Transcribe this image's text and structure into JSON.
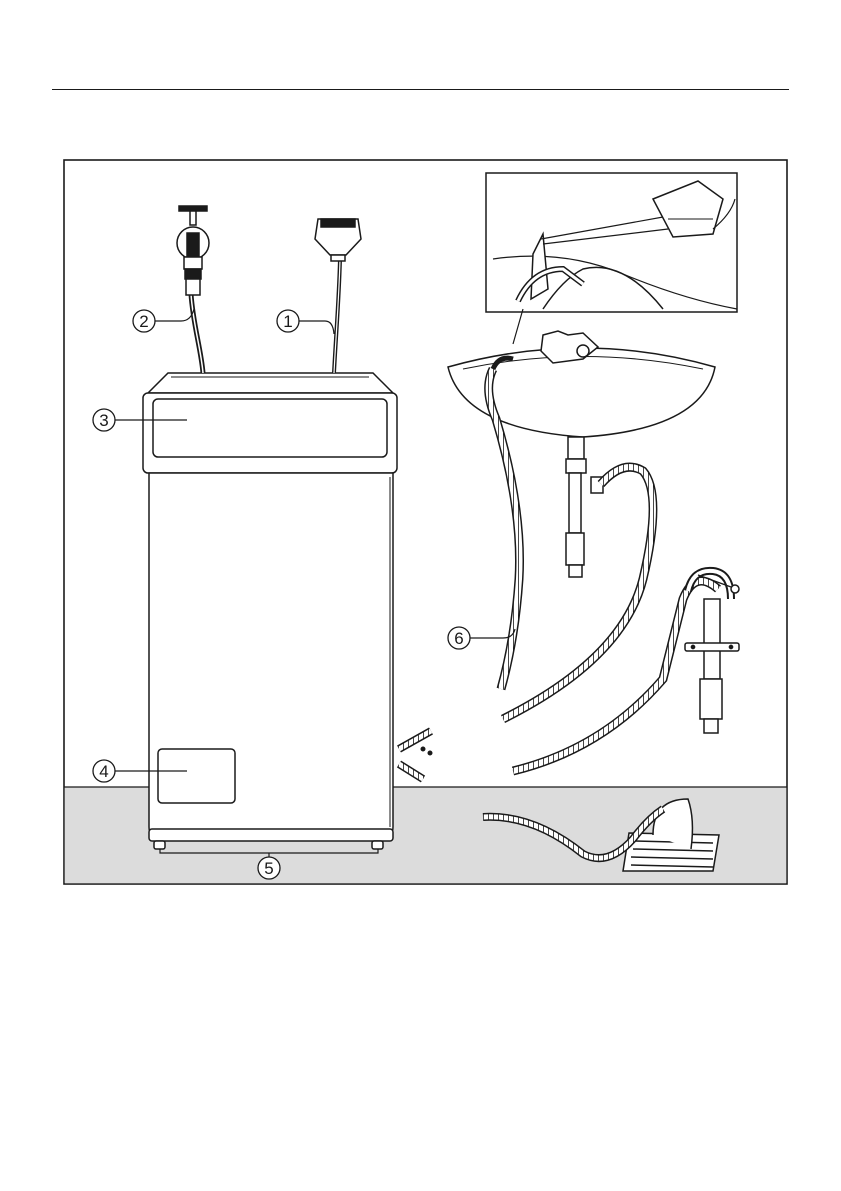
{
  "figure": {
    "callouts": [
      {
        "id": "c1",
        "label": "1"
      },
      {
        "id": "c2",
        "label": "2"
      },
      {
        "id": "c3",
        "label": "3"
      },
      {
        "id": "c4",
        "label": "4"
      },
      {
        "id": "c5",
        "label": "5"
      },
      {
        "id": "c6",
        "label": "6"
      }
    ]
  },
  "colors": {
    "floor": "#dcdcdc",
    "line": "#1a1a1a",
    "frame": "#1a1a1a"
  }
}
